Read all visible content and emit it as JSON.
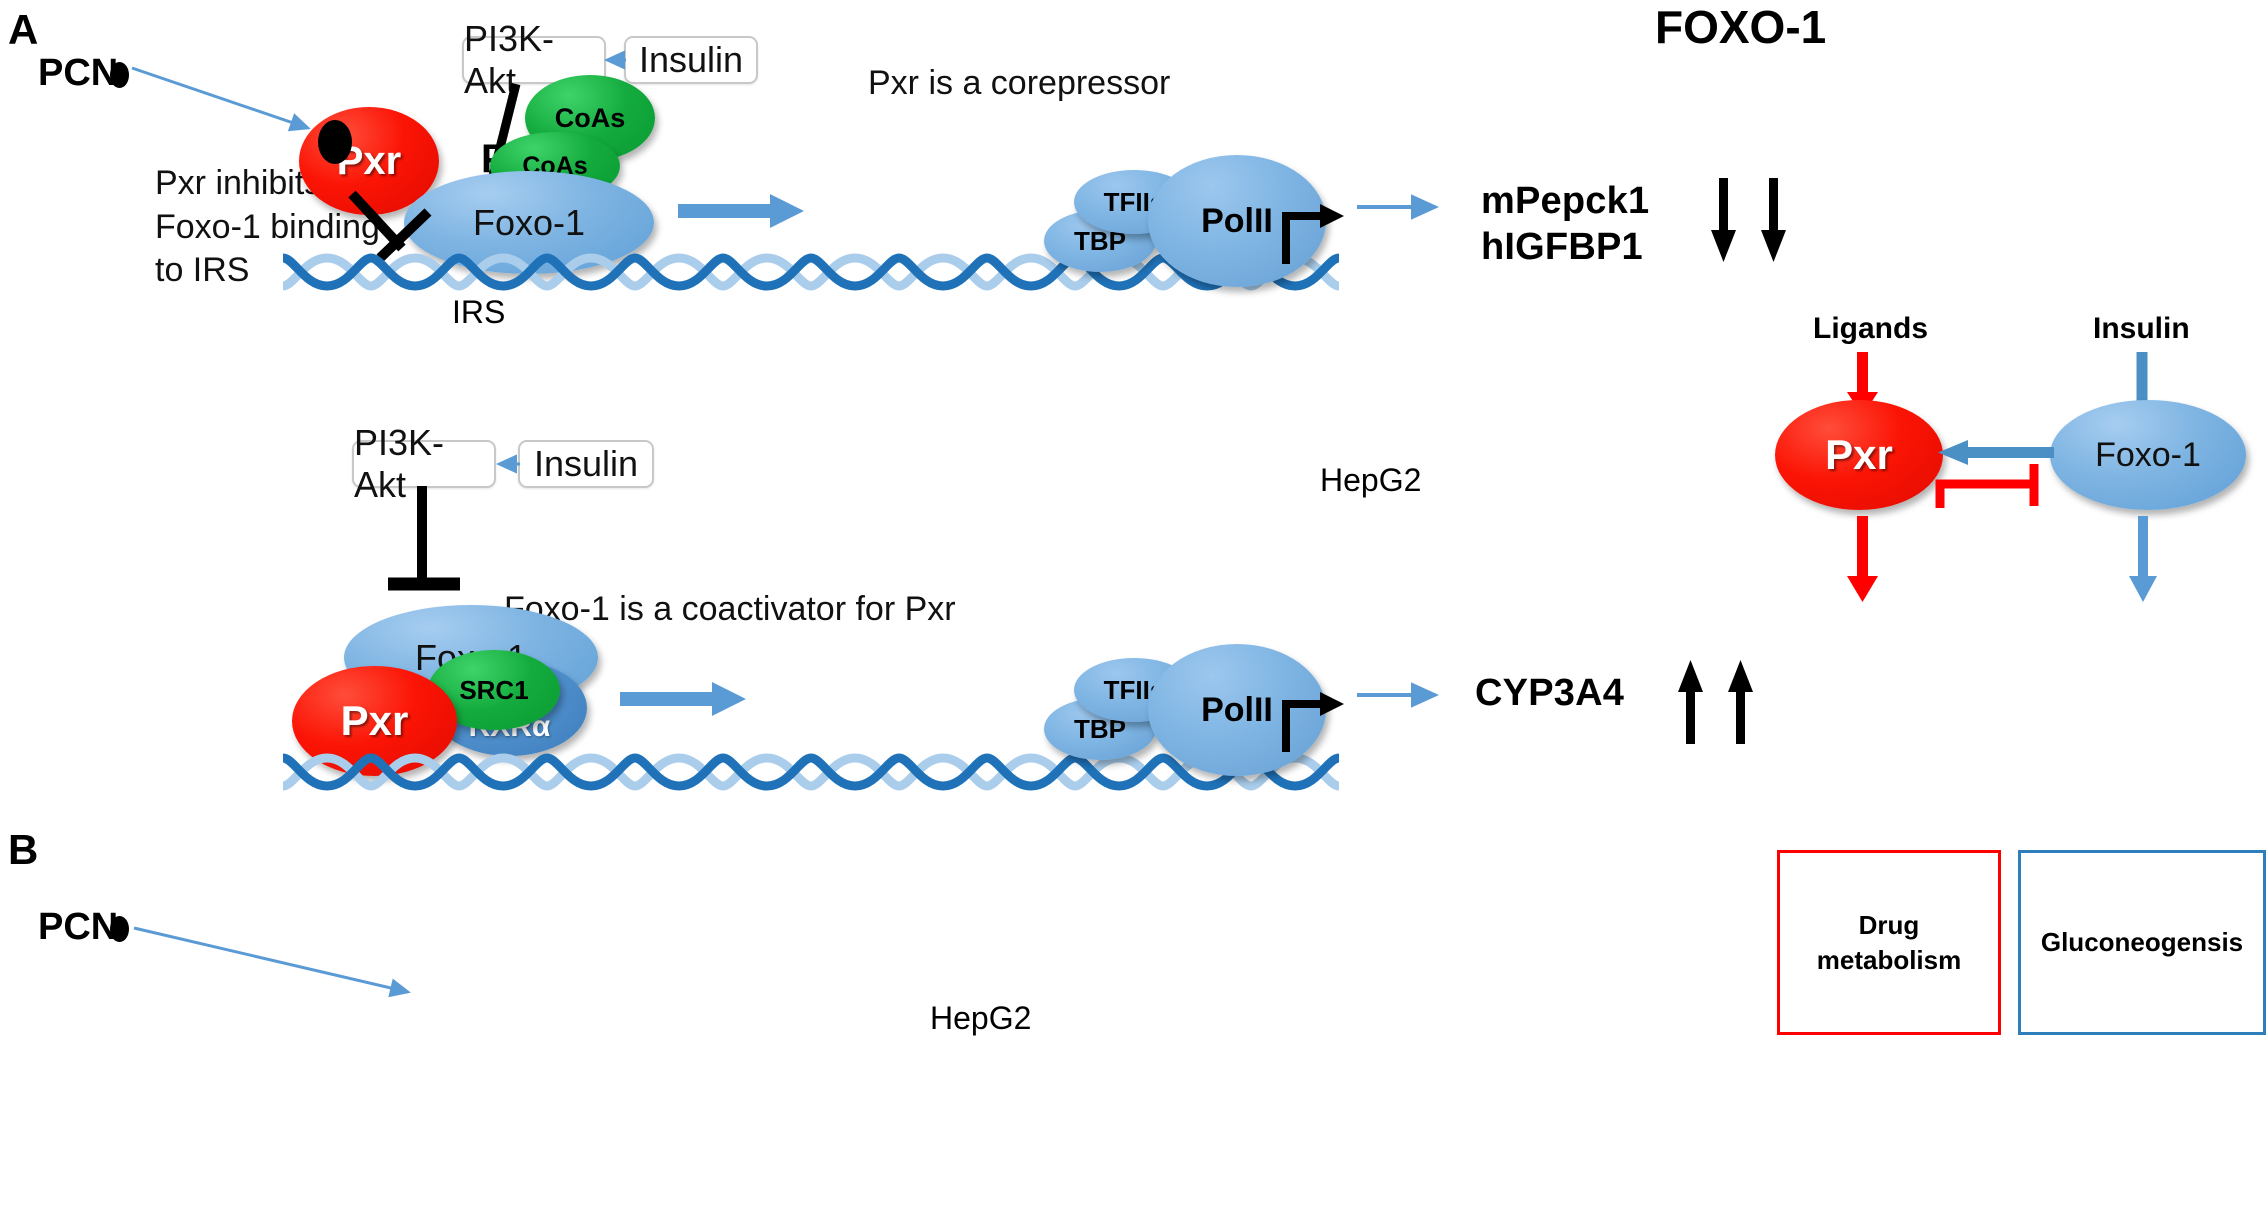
{
  "figure": {
    "title": "FOXO-1",
    "panels": [
      "A",
      "B"
    ]
  },
  "panel_a": {
    "letter": "A",
    "ligand_label": "PCN",
    "ligand_icon": "black-ellipse-ligand",
    "inhibition_note": "Pxr inhibits\nFoxo-1 binding\nto IRS",
    "mechanism_note": "Pxr is a corepressor",
    "boxes": {
      "pi3k": "PI3K-Akt",
      "insulin": "Insulin"
    },
    "proteins": {
      "pxr": "Pxr",
      "coas_1": "CoAs",
      "coas_2": "CoAs",
      "foxo1": "Foxo-1",
      "phospho": "P",
      "tfiis": "TFIIs",
      "tbp": "TBP",
      "polii": "PolII"
    },
    "dna_element": "IRS",
    "targets": [
      "mPepck1",
      "hIGFBP1"
    ],
    "target_direction": "down",
    "target_arrow_count": 2,
    "cell_line": "HepG2"
  },
  "panel_b": {
    "letter": "B",
    "ligand_label": "PCN",
    "ligand_icon": "black-ellipse-ligand",
    "mechanism_note": "Foxo-1 is a coactivator for Pxr",
    "boxes": {
      "pi3k": "PI3K-Akt",
      "insulin": "Insulin"
    },
    "proteins": {
      "foxo1": "Foxo-1",
      "pxr": "Pxr",
      "src1": "SRC1",
      "rxra": "RXRα",
      "tfiis": "TFIIs",
      "tbp": "TBP",
      "polii": "PolII"
    },
    "targets": [
      "CYP3A4"
    ],
    "target_direction": "up",
    "target_arrow_count": 2,
    "cell_line": "HepG2"
  },
  "panel_right": {
    "inputs": {
      "ligands": "Ligands",
      "insulin": "Insulin"
    },
    "nodes": {
      "pxr": "Pxr",
      "foxo1": "Foxo-1"
    },
    "outputs": {
      "drug_metabolism": "Drug\nmetabolism",
      "gluconeogenesis": "Gluconeogensis"
    },
    "edges": [
      {
        "from": "Ligands",
        "to": "Pxr",
        "type": "activation",
        "color": "#ff0000"
      },
      {
        "from": "Insulin",
        "to": "Foxo-1",
        "type": "inhibition",
        "color": "#4a90c4"
      },
      {
        "from": "Foxo-1",
        "to": "Pxr",
        "type": "activation",
        "color": "#4a90c4"
      },
      {
        "from": "Pxr",
        "to": "Foxo-1",
        "type": "inhibition",
        "color": "#ff0000"
      },
      {
        "from": "Pxr",
        "to": "Drug metabolism",
        "type": "activation",
        "color": "#ff0000"
      },
      {
        "from": "Foxo-1",
        "to": "Gluconeogensis",
        "type": "activation",
        "color": "#4a90c4"
      }
    ]
  },
  "colors": {
    "pxr_red": "#fb1405",
    "coactivator_green": "#14ab3e",
    "foxo_blue": "#7eb4e2",
    "rxra_blue": "#4e8fcc",
    "dna_dark": "#1f72b8",
    "dna_light": "#a9cdeb",
    "arrow_blue": "#5b9bd5",
    "inhibit_red": "#ff0000",
    "box_border": "#c8c8c8",
    "text": "#111111"
  }
}
